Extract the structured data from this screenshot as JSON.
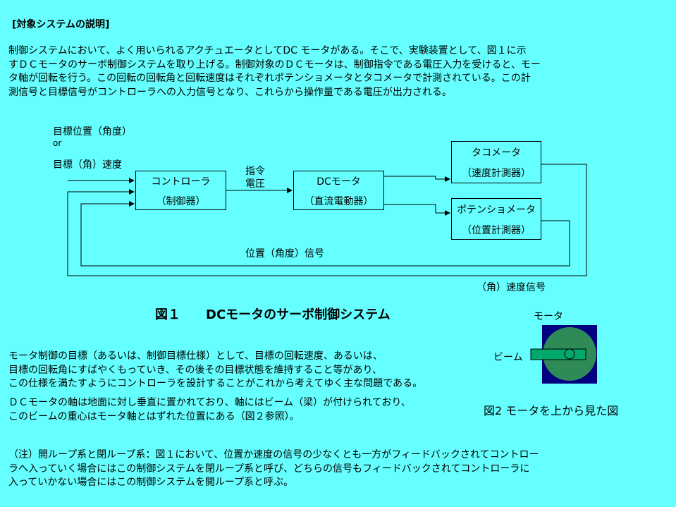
{
  "heading": "[対象システムの説明]",
  "intro_lines": [
    "制御システムにおいて、よく用いられるアクチュエータとしてDC モータがある。そこで、実験装置として、図１に示",
    "すＤＣモータのサーボ制御システムを取り上げる。制御対象のＤＣモータは、制御指令である電圧入力を受けると、モー",
    "タ軸が回転を行う。この回転の回転角と回転速度はそれぞれポテンショメータとタコメータで計測されている。この計",
    "測信号と目標信号がコントローラへの入力信号となり、これらから操作量である電圧が出力される。"
  ],
  "diagram": {
    "input_label_1": "目標位置（角度）",
    "input_label_or": "or",
    "input_label_2": "目標（角）速度",
    "controller": {
      "line1": "コントローラ",
      "line2": "（制御器）"
    },
    "command_label_1": "指令",
    "command_label_2": "電圧",
    "dc_motor": {
      "line1": "DCモータ",
      "line2": "（直流電動器）"
    },
    "tachometer": {
      "line1": "タコメータ",
      "line2": "（速度計測器）"
    },
    "potentiometer": {
      "line1": "ポテンショメータ",
      "line2": "（位置計測器）"
    },
    "position_signal": "位置（角度）信号",
    "velocity_signal": "（角）速度信号"
  },
  "figure1_caption": "図１　　DCモータのサーボ制御システム",
  "figure2": {
    "motor_label": "モータ",
    "beam_label": "ビーム",
    "caption": "図2  モータを上から見た図",
    "colors": {
      "frame": "#000080",
      "disk": "#2e8b57",
      "beam": "#00a86b"
    }
  },
  "goal_lines": [
    "モータ制御の目標（あるいは、制御目標仕様）として、目標の回転速度、あるいは、",
    "目標の回転角にすばやくもっていき、その後その目標状態を維持すること等があり、",
    "この仕様を満たすようにコントローラを設計することがこれから考えてゆく主な問題である。"
  ],
  "beam_lines": [
    "ＤＣモータの軸は地面に対し垂直に置かれており、軸にはビーム（梁）が付けられており、",
    "このビームの重心はモータ軸とはずれた位置にある（図２参照）。"
  ],
  "note_lines": [
    "（注）開ループ系と閉ループ系：図１において、位置か速度の信号の少なくとも一方がフィードバックされてコントロー",
    "ラへ入っていく場合にはこの制御システムを閉ループ系と呼び、どちらの信号もフィードバックされてコントローラに",
    "入っていかない場合にはこの制御システムを開ループ系と呼ぶ。"
  ]
}
